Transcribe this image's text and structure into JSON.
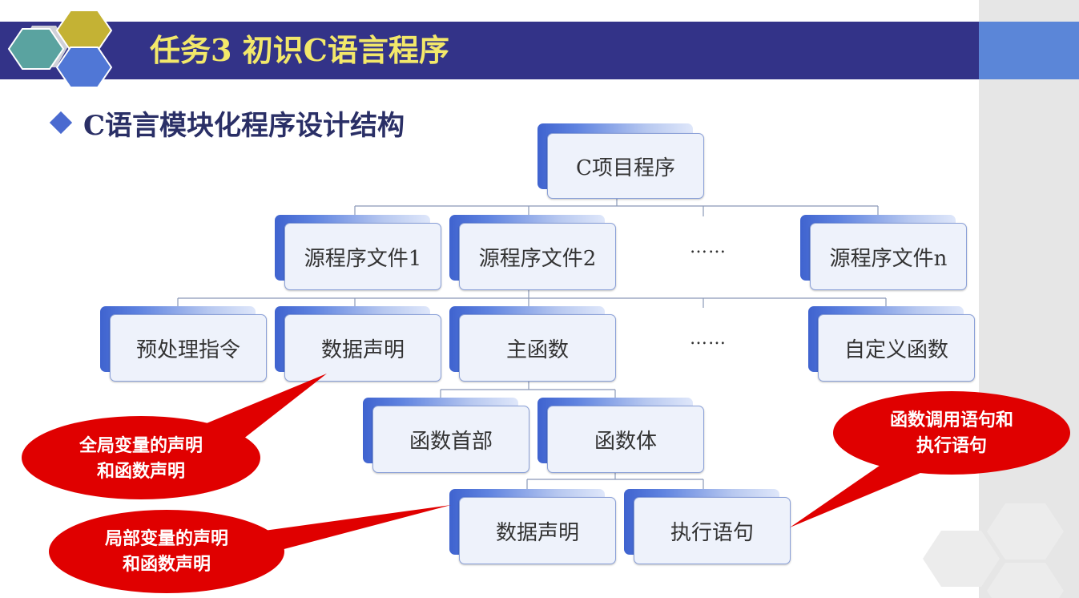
{
  "header": {
    "title": "任务3 初识C语言程序"
  },
  "section": {
    "heading": "C语言模块化程序设计结构"
  },
  "tree": {
    "root": "C项目程序",
    "level1": [
      "源程序文件1",
      "源程序文件2",
      "源程序文件n"
    ],
    "level2": [
      "预处理指令",
      "数据声明",
      "主函数",
      "自定义函数"
    ],
    "level3": [
      "函数首部",
      "函数体"
    ],
    "level4": [
      "数据声明",
      "执行语句"
    ],
    "ellipsis": "……"
  },
  "callouts": {
    "global": [
      "全局变量的声明",
      "和函数声明"
    ],
    "local": [
      "局部变量的声明",
      "和函数声明"
    ],
    "exec": [
      "函数调用语句和",
      "执行语句"
    ]
  },
  "colors": {
    "title_bar": "#333388",
    "title_text": "#f3e86a",
    "accent_blue": "#5b86d8",
    "callout_red": "#e00000"
  }
}
